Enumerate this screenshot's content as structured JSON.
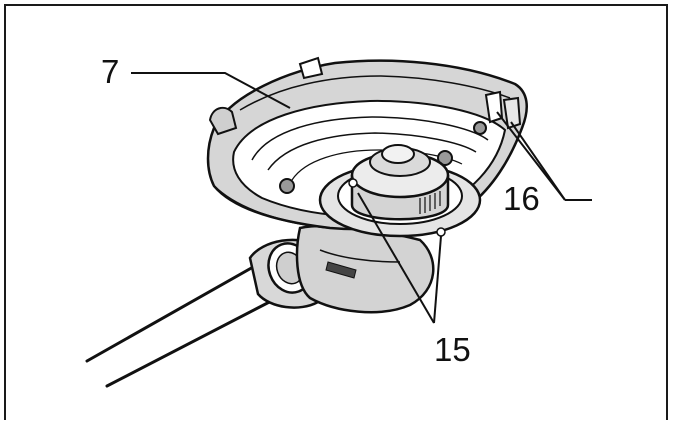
{
  "callouts": [
    {
      "id": "7",
      "label": "7"
    },
    {
      "id": "15",
      "label": "15"
    },
    {
      "id": "16",
      "label": "16"
    }
  ]
}
